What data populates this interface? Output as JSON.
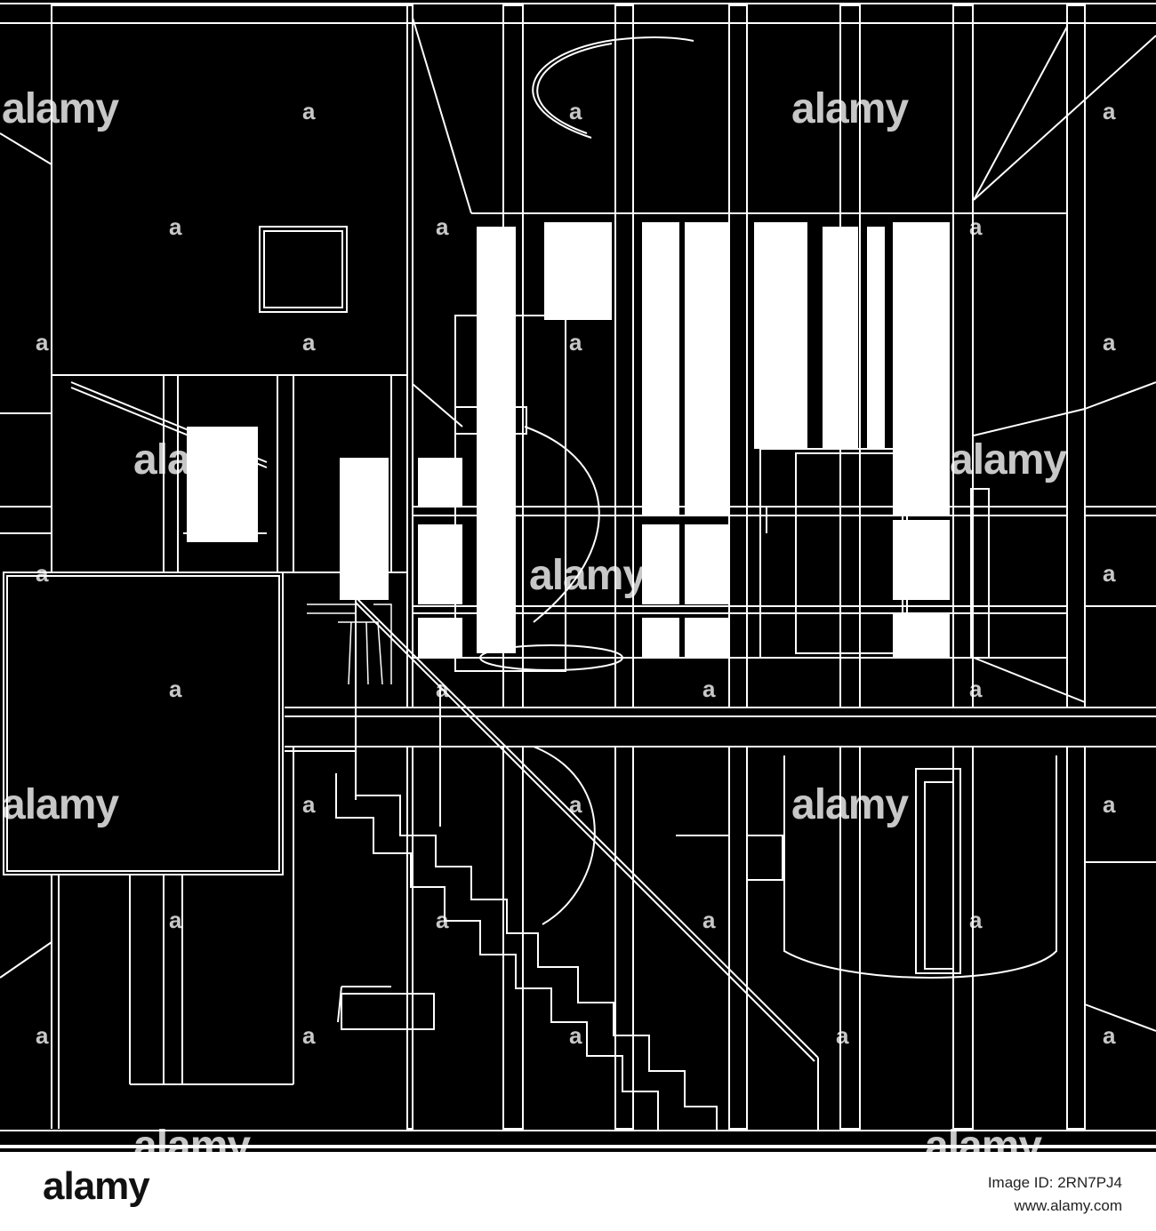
{
  "image": {
    "watermark": {
      "brand": "alamy",
      "mark": "a"
    },
    "footer": {
      "logo": "alamy",
      "image_id_line": "Image ID: 2RN7PJ4",
      "url": "www.alamy.com"
    },
    "colors": {
      "background": "#000000",
      "lines": "#ffffff",
      "footer": "#ffffff"
    }
  }
}
